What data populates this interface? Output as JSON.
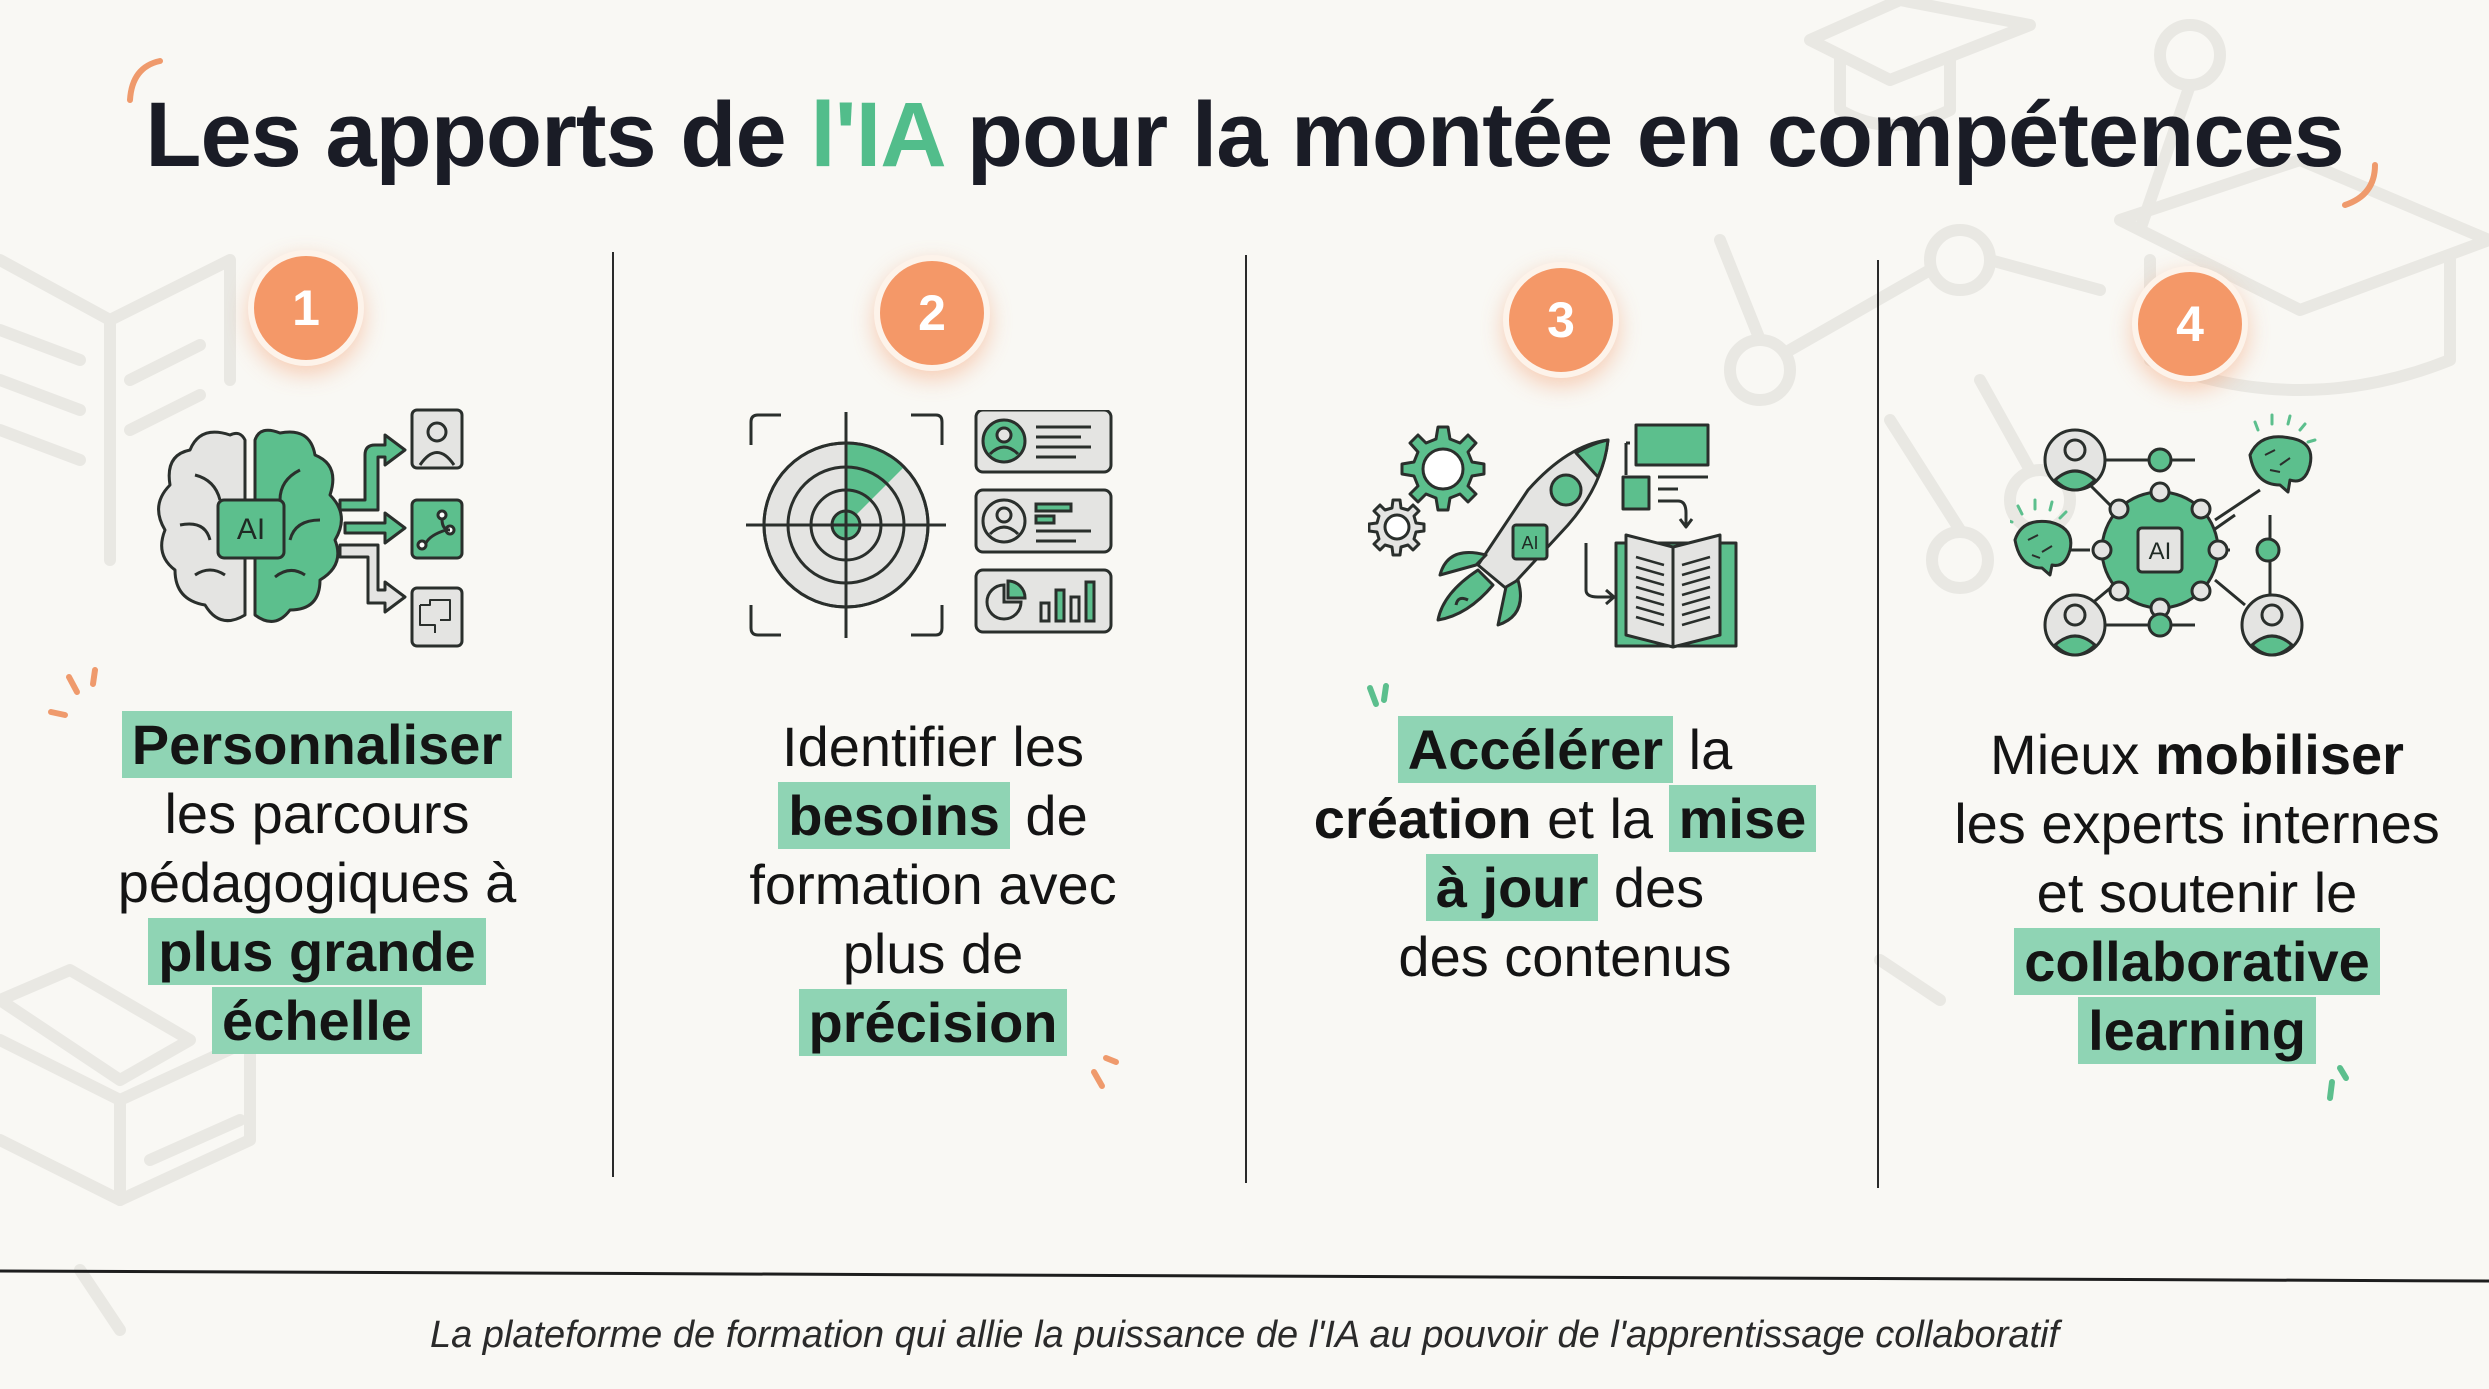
{
  "title": {
    "before": "Les apports de ",
    "accent": "l'IA",
    "after": " pour la montée en compétences"
  },
  "colors": {
    "accent_green": "#52bd8b",
    "highlight_green": "#8fd4b4",
    "badge_orange": "#f49868",
    "text_dark": "#1a1c26",
    "background": "#f9f8f4"
  },
  "panels": [
    {
      "number": "1",
      "icon": "brain-ai-paths-icon",
      "lines": [
        {
          "hl": "Personnaliser"
        },
        {
          "text": "les parcours"
        },
        {
          "text": "pédagogiques à"
        },
        {
          "hl": "plus grande"
        },
        {
          "hl": "échelle"
        }
      ]
    },
    {
      "number": "2",
      "icon": "radar-profiles-icon",
      "lines": [
        {
          "text": "Identifier les"
        },
        {
          "hl": "besoins",
          "after": " de"
        },
        {
          "text": "formation avec"
        },
        {
          "text": "plus de"
        },
        {
          "hl": "précision"
        }
      ]
    },
    {
      "number": "3",
      "icon": "rocket-gears-book-icon",
      "lines": [
        {
          "hl": "Accélérer",
          "after": " la"
        },
        {
          "bold": "création",
          "mid": " et la ",
          "hl2": "mise"
        },
        {
          "hl": "à jour",
          "after": " des"
        },
        {
          "text": "des contenus"
        }
      ]
    },
    {
      "number": "4",
      "icon": "ai-network-experts-icon",
      "lines": [
        {
          "text": "Mieux ",
          "bold": "mobiliser"
        },
        {
          "text": "les experts internes"
        },
        {
          "text": "et soutenir le"
        },
        {
          "hl": "collaborative"
        },
        {
          "hl": "learning"
        }
      ]
    }
  ],
  "footer": "La plateforme de formation qui allie la puissance de l'IA au pouvoir de l'apprentissage collaboratif"
}
